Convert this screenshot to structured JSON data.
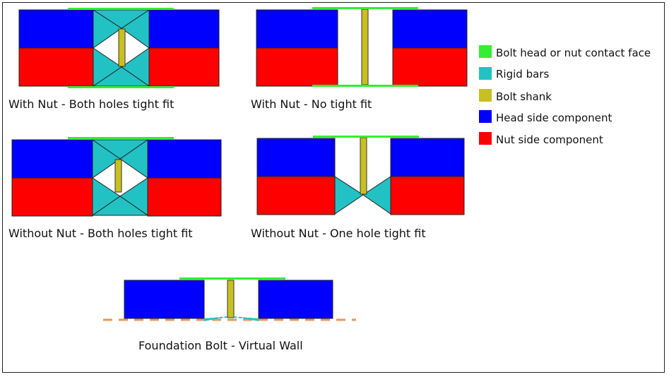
{
  "colors": {
    "contact_face": "#33ee33",
    "rigid_bar": "#22c2c4",
    "shank": "#c8c020",
    "head_side": "#0000ff",
    "nut_side": "#ff0000",
    "wall": "#e8975a"
  },
  "captions": {
    "nut_both": "With Nut - Both holes tight fit",
    "nut_none": "With Nut  - No tight fit",
    "nonut_both": "Without Nut - Both holes tight fit",
    "nonut_one": "Without Nut - One hole tight fit",
    "foundation": "Foundation Bolt - Virtual Wall"
  },
  "legend": [
    {
      "label": "Bolt head or nut contact face",
      "color": "#33ee33"
    },
    {
      "label": "Rigid bars",
      "color": "#22c2c4"
    },
    {
      "label": "Bolt shank",
      "color": "#c8c020"
    },
    {
      "label": "Head side component",
      "color": "#0000ff"
    },
    {
      "label": "Nut side component",
      "color": "#ff0000"
    }
  ]
}
